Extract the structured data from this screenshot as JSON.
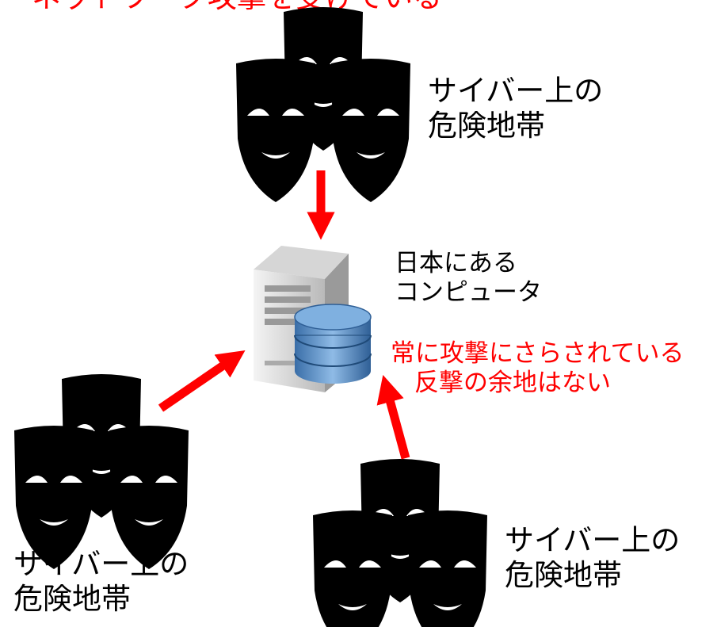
{
  "top_banner": {
    "text": "ネットワーク攻撃を受けている"
  },
  "colors": {
    "accent_red": "#ff0000",
    "mask": "#000000"
  },
  "nodes": {
    "threat_top": {
      "line1": "サイバー上の",
      "line2": "危険地帯",
      "icon": "mask-group-icon"
    },
    "threat_left": {
      "line1": "サイバー上の",
      "line2": "危険地帯",
      "icon": "mask-group-icon"
    },
    "threat_bottom": {
      "line1": "サイバー上の",
      "line2": "危険地帯",
      "icon": "mask-group-icon"
    },
    "server": {
      "line1": "日本にある",
      "line2": "コンピュータ",
      "icon": "server-database-icon"
    }
  },
  "warning": {
    "line1": "常に攻撃にさらされている",
    "line2": "反撃の余地はない"
  }
}
